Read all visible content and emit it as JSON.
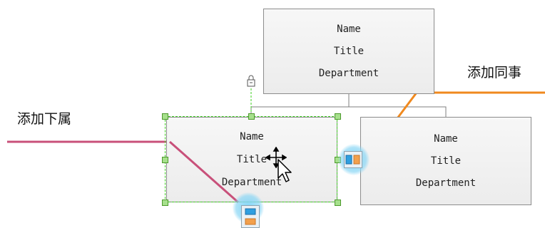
{
  "org_chart": {
    "top_node": {
      "name": "Name",
      "title": "Title",
      "department": "Department"
    },
    "subordinate_node": {
      "name": "Name",
      "title": "Title",
      "department": "Department"
    },
    "peer_node": {
      "name": "Name",
      "title": "Title",
      "department": "Department"
    }
  },
  "callouts": {
    "add_subordinate": "添加下属",
    "add_colleague": "添加同事"
  },
  "colors": {
    "subordinate_callout_line": "#c8507a",
    "colleague_callout_line": "#f0891e",
    "selection_dash": "#3dcf1f",
    "handle_fill": "#a6e08c",
    "connector": "#7f7f7f",
    "add_button_glow": "#7fd3f3"
  },
  "icons": {
    "lock": "lock-icon",
    "move_cursor": "move-cursor-icon",
    "pointer": "mouse-pointer-icon",
    "add_colleague_button": "add-colleague-icon",
    "add_subordinate_button": "add-subordinate-icon"
  }
}
